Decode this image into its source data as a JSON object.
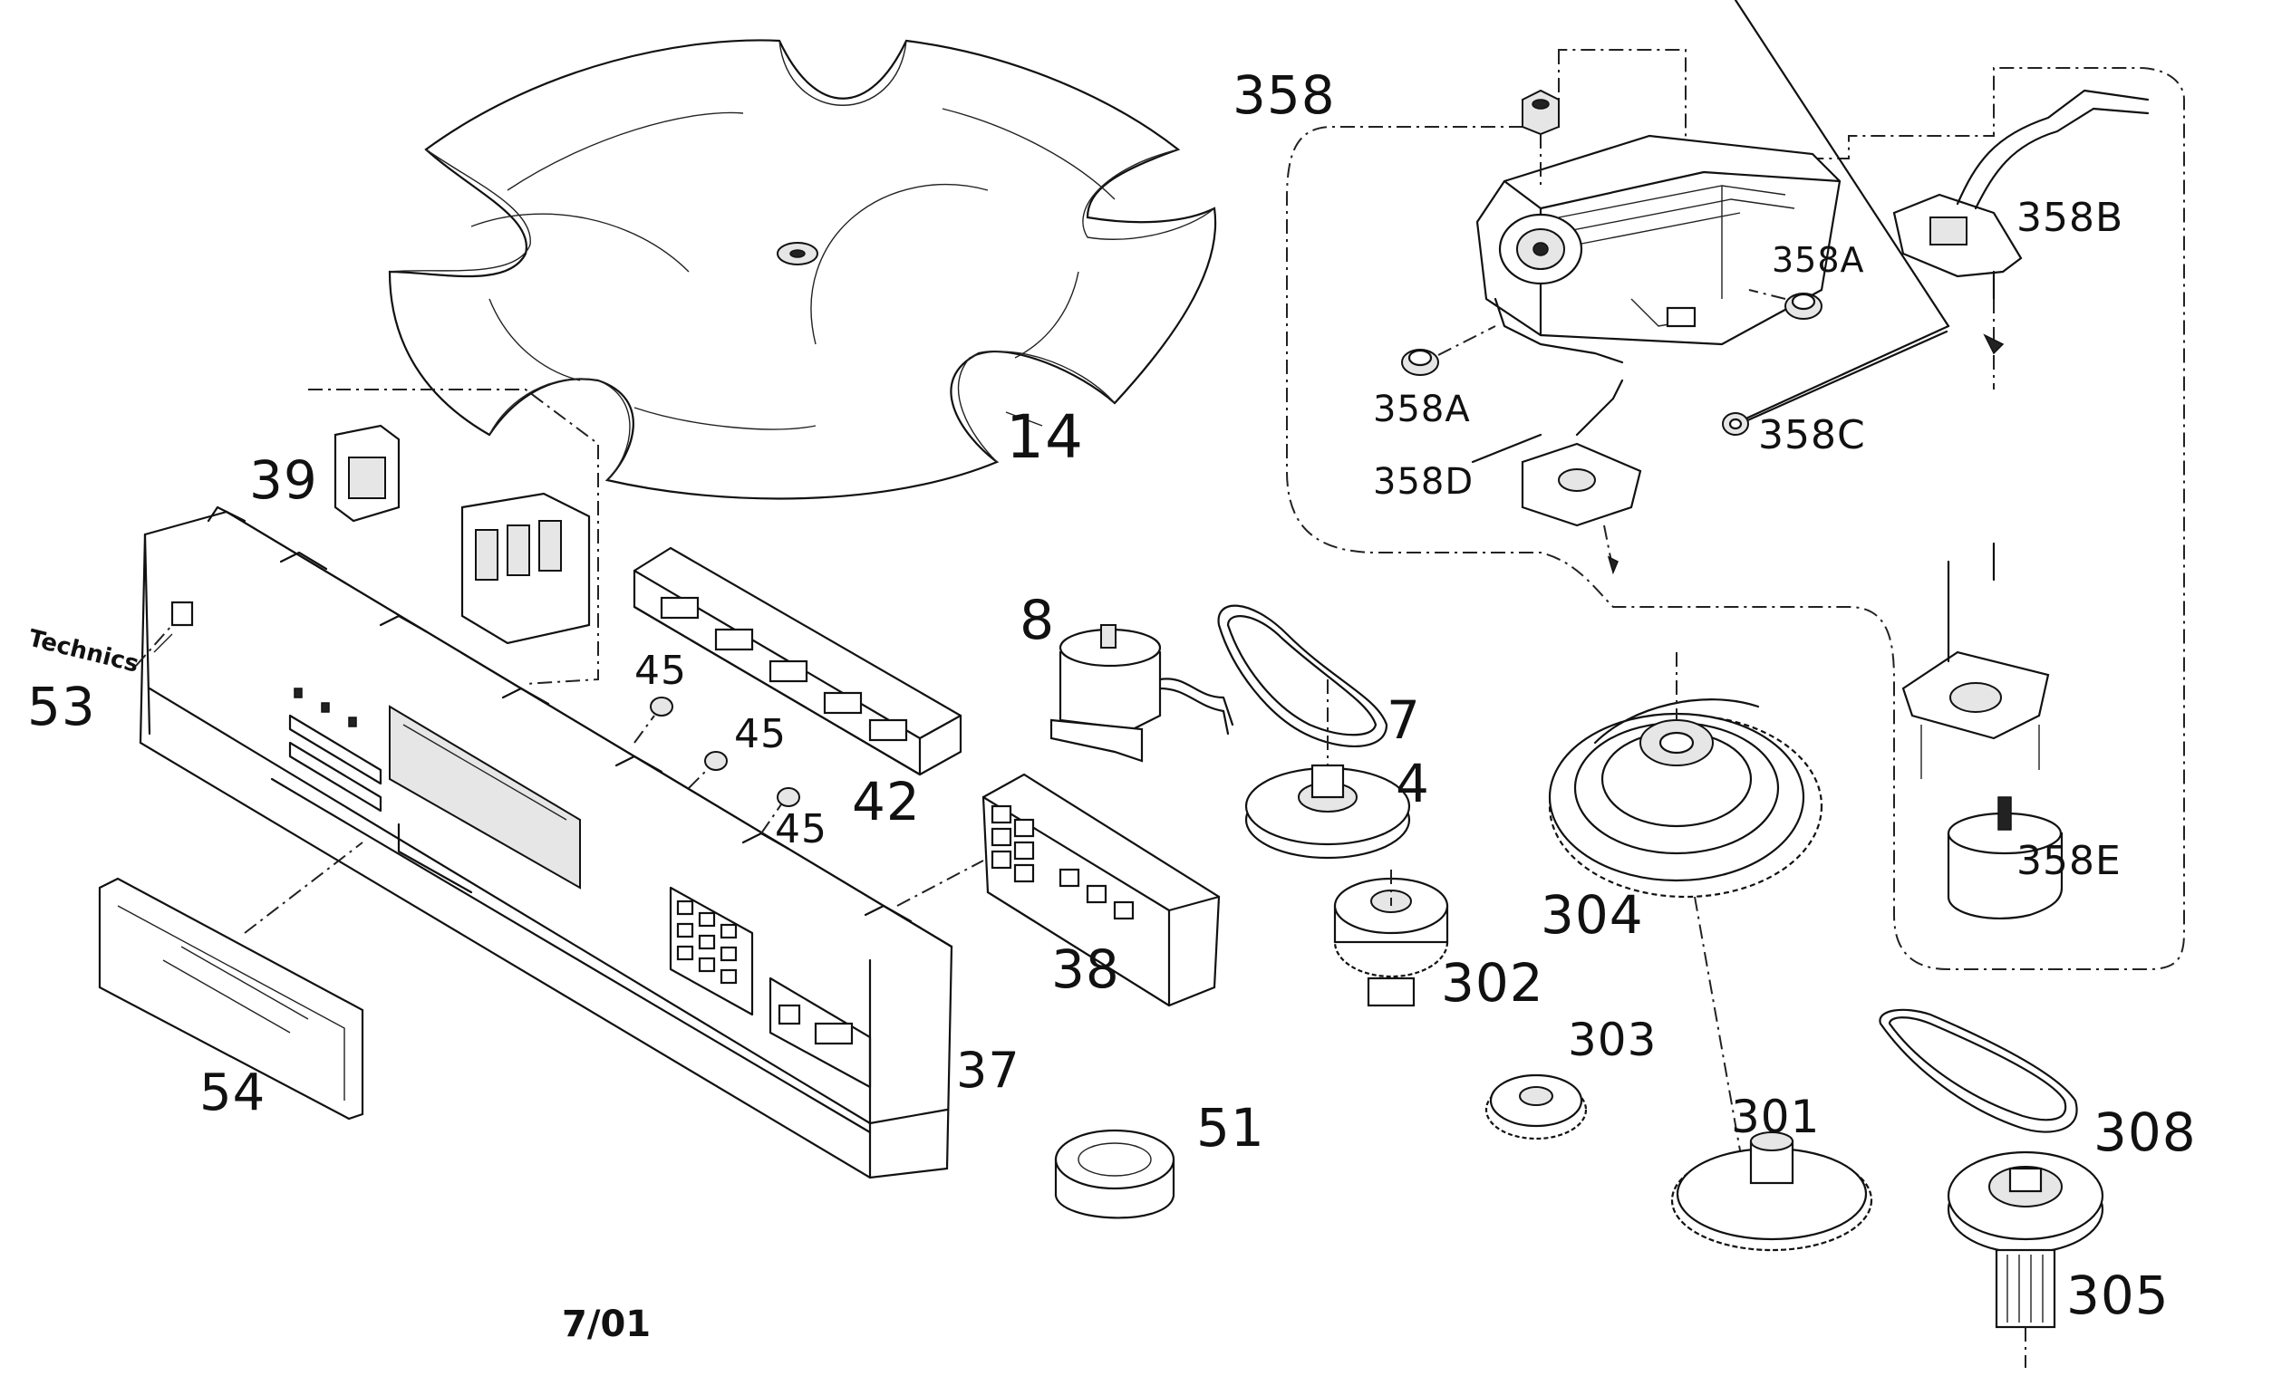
{
  "diagram": {
    "brand_text": "Technics",
    "revision": "7/01",
    "callouts": {
      "p14": "14",
      "p358": "358",
      "p358A_1": "358A",
      "p358A_2": "358A",
      "p358B": "358B",
      "p358C": "358C",
      "p358D": "358D",
      "p358E": "358E",
      "p39": "39",
      "p53": "53",
      "p45_1": "45",
      "p45_2": "45",
      "p45_3": "45",
      "p42": "42",
      "p8": "8",
      "p7": "7",
      "p4": "4",
      "p38": "38",
      "p304": "304",
      "p302": "302",
      "p303": "303",
      "p301": "301",
      "p308": "308",
      "p305": "305",
      "p51": "51",
      "p37": "37",
      "p54": "54"
    }
  }
}
